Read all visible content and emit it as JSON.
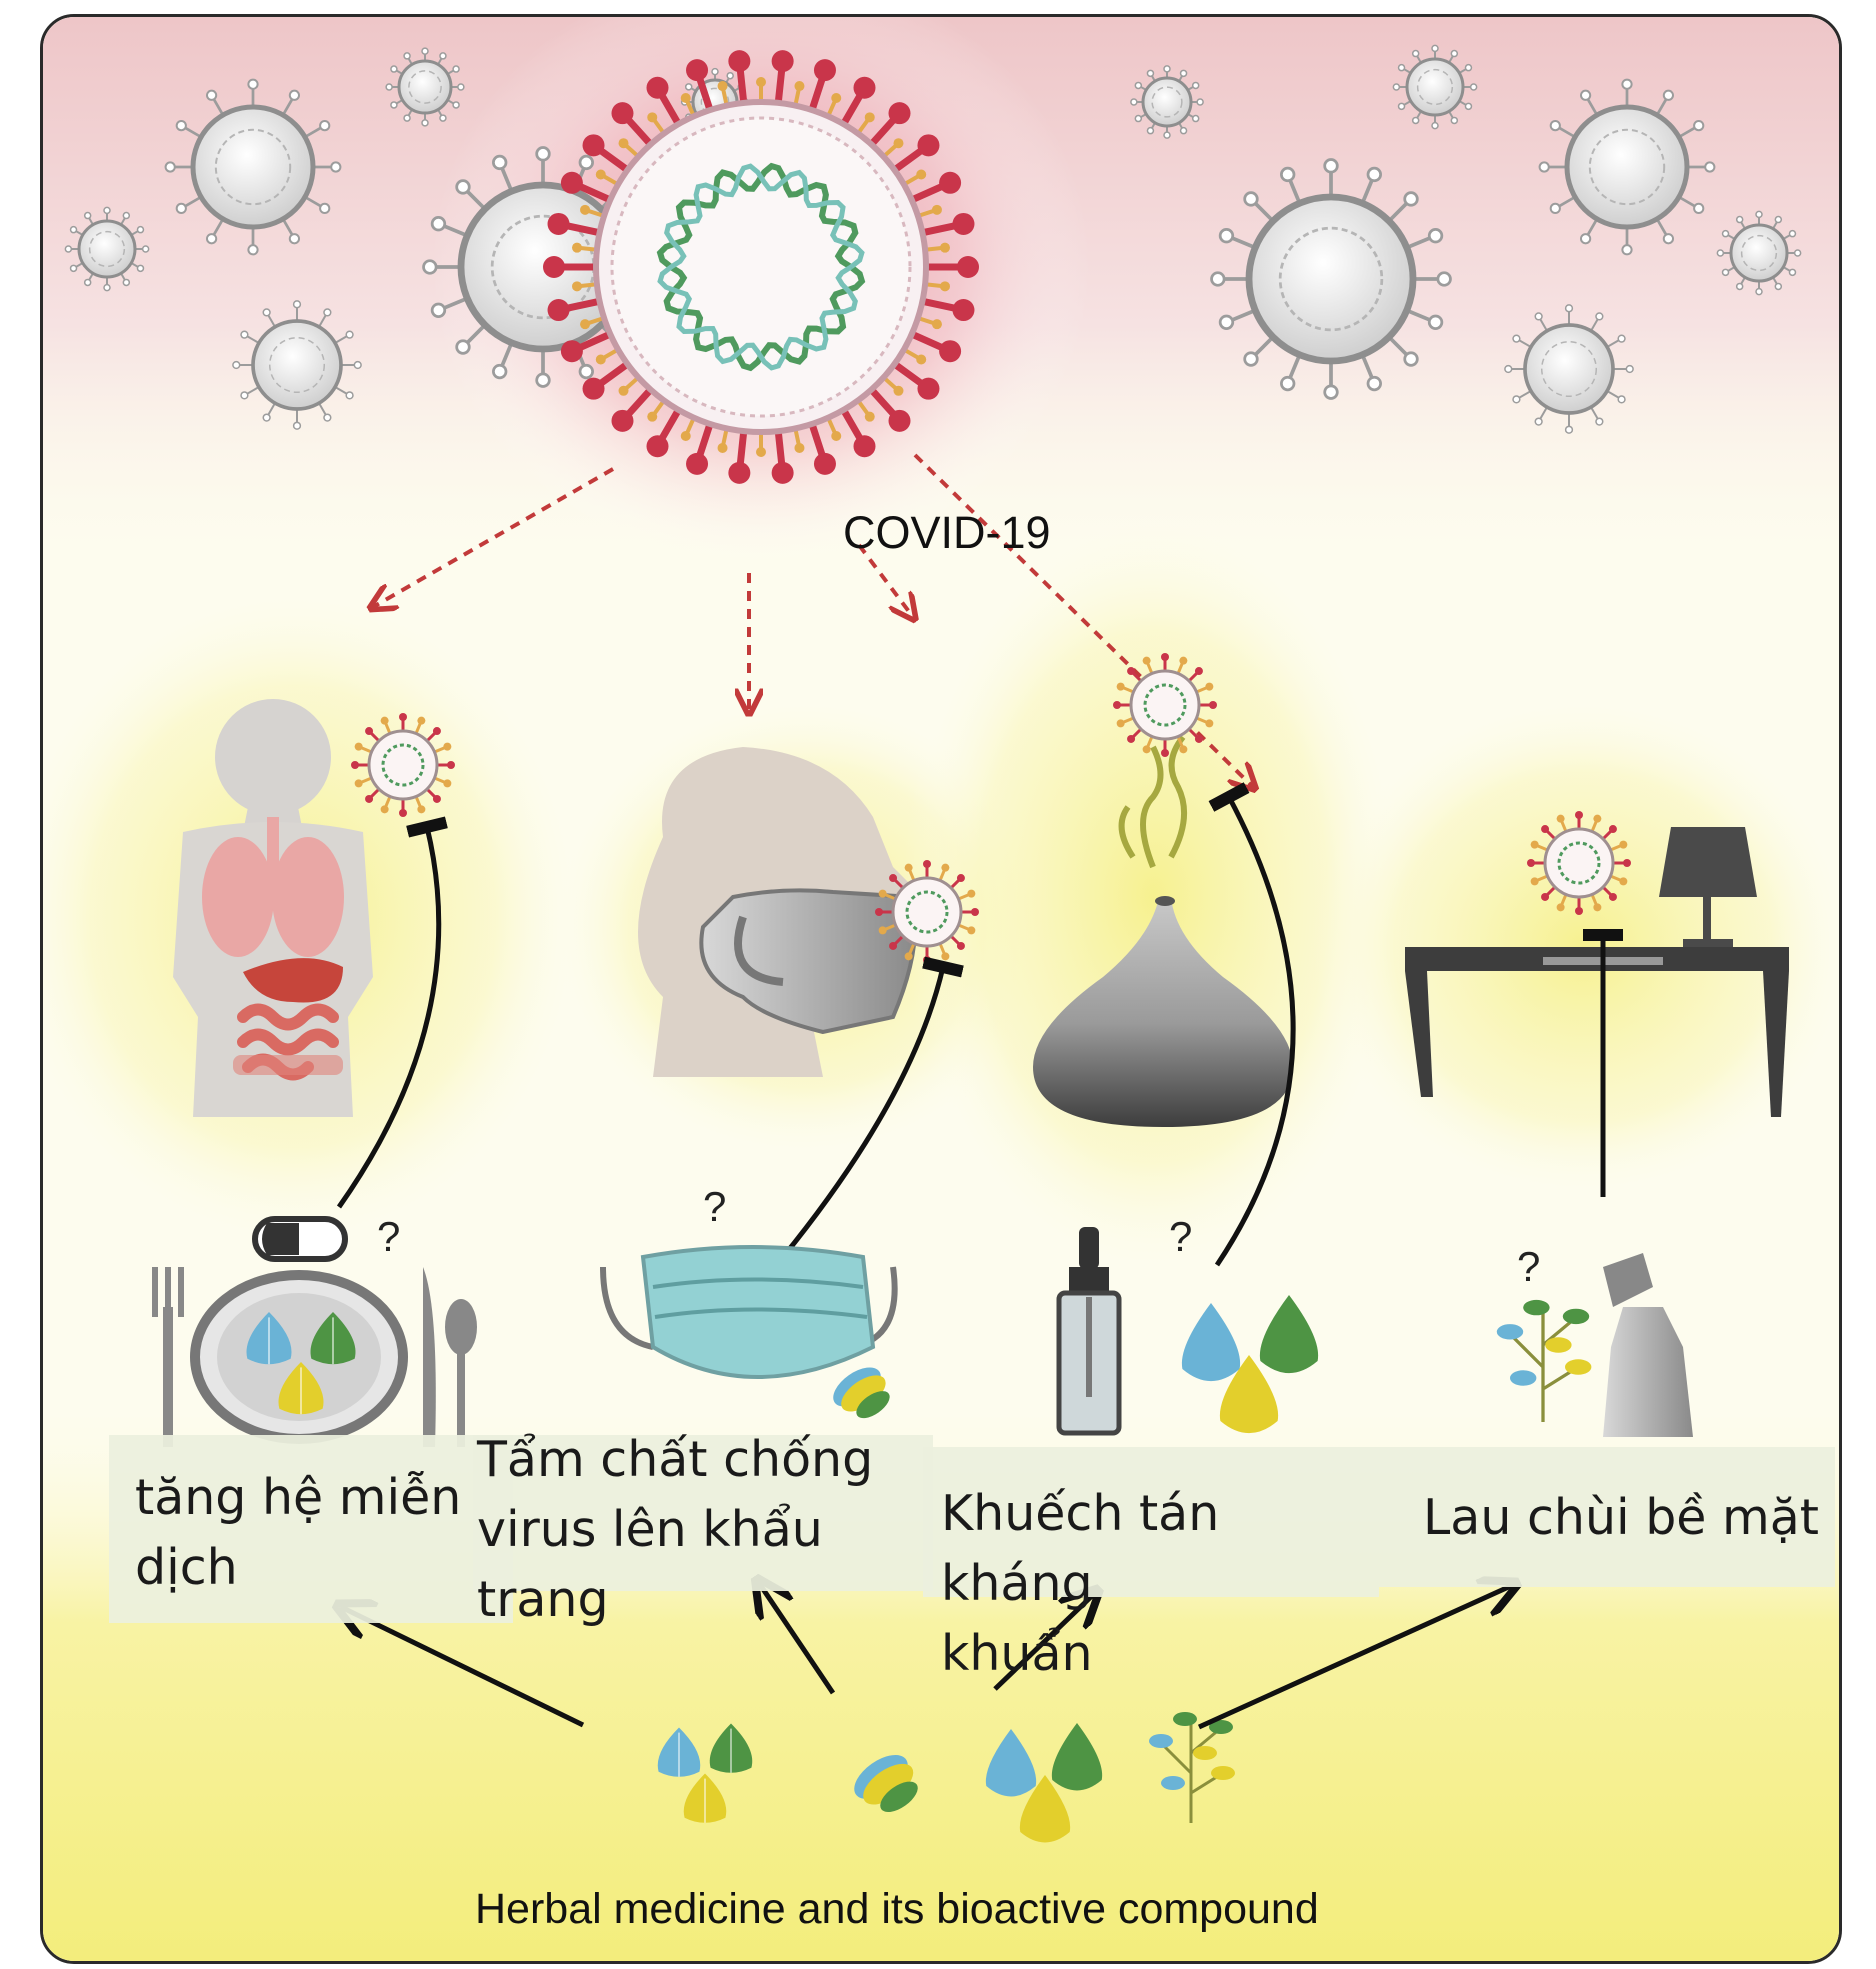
{
  "title": "COVID-19",
  "footer": "Herbal medicine and its bioactive compound",
  "labels": {
    "immune": "tăng hệ miễn\ndịch",
    "mask": "Tẩm chất chống\nvirus lên khẩu\ntrang",
    "diffuse": "Khuếch tán kháng\nkhuẩn",
    "wipe": "Lau chùi bề mặt"
  },
  "question_mark": "?",
  "colors": {
    "covid_red": "#c9354a",
    "rna_green": "#4f9a5e",
    "virus_grey": "#a9a9a9",
    "glow_yellow": "#f6f08a",
    "herb_blue": "#6ab3d6",
    "herb_green": "#4e9444",
    "herb_yellow": "#e3cf2c"
  },
  "icons": [
    "virus-icon",
    "human-body-icon",
    "head-mask-icon",
    "diffuser-icon",
    "table-lamp-icon",
    "plate-cutlery-icon",
    "surgical-mask-icon",
    "dropper-bottle-icon",
    "spray-bottle-icon",
    "garlic-icon",
    "leaf-icon",
    "oil-drops-icon",
    "herb-plant-icon"
  ]
}
